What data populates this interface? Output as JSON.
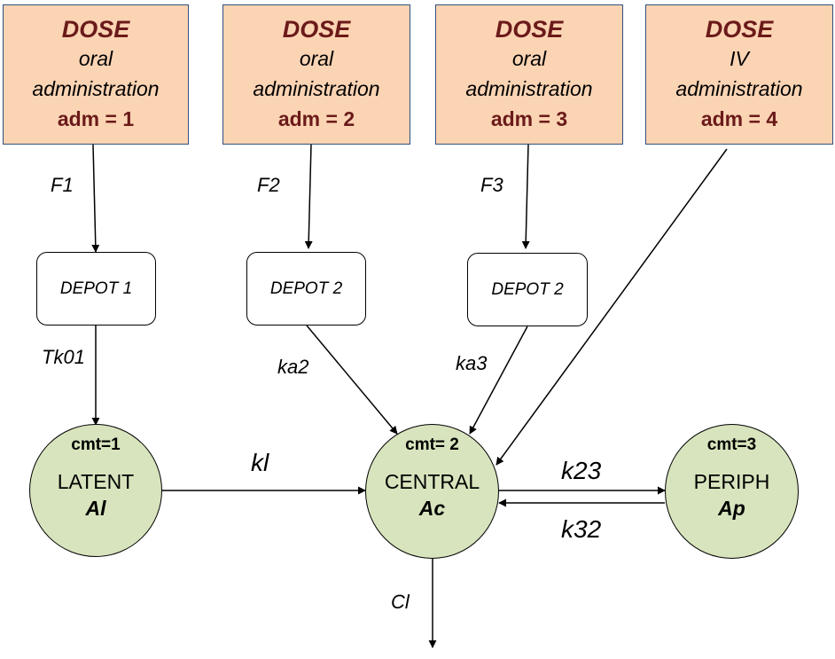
{
  "doses": [
    {
      "title": "DOSE",
      "route": "oral",
      "admin": "administration",
      "adm": "adm = 1"
    },
    {
      "title": "DOSE",
      "route": "oral",
      "admin": "administration",
      "adm": "adm = 2"
    },
    {
      "title": "DOSE",
      "route": "oral",
      "admin": "administration",
      "adm": "adm = 3"
    },
    {
      "title": "DOSE",
      "route": "IV",
      "admin": "administration",
      "adm": "adm = 4"
    }
  ],
  "depots": [
    {
      "label": "DEPOT 1"
    },
    {
      "label": "DEPOT 2"
    },
    {
      "label": "DEPOT 2"
    }
  ],
  "compartments": {
    "latent": {
      "cmt": "cmt=1",
      "name": "LATENT",
      "amount": "Al"
    },
    "central": {
      "cmt": "cmt= 2",
      "name": "CENTRAL",
      "amount": "Ac"
    },
    "periph": {
      "cmt": "cmt=3",
      "name": "PERIPH",
      "amount": "Ap"
    }
  },
  "rates": {
    "f1": "F1",
    "f2": "F2",
    "f3": "F3",
    "tk01": "Tk01",
    "ka2": "ka2",
    "ka3": "ka3",
    "kl": "kl",
    "k23": "k23",
    "k32": "k32",
    "cl": "Cl"
  },
  "colors": {
    "dose_fill": "#fbd4b4",
    "dose_accent": "#6b1a1a",
    "compartment_fill": "#d7e4bd"
  }
}
